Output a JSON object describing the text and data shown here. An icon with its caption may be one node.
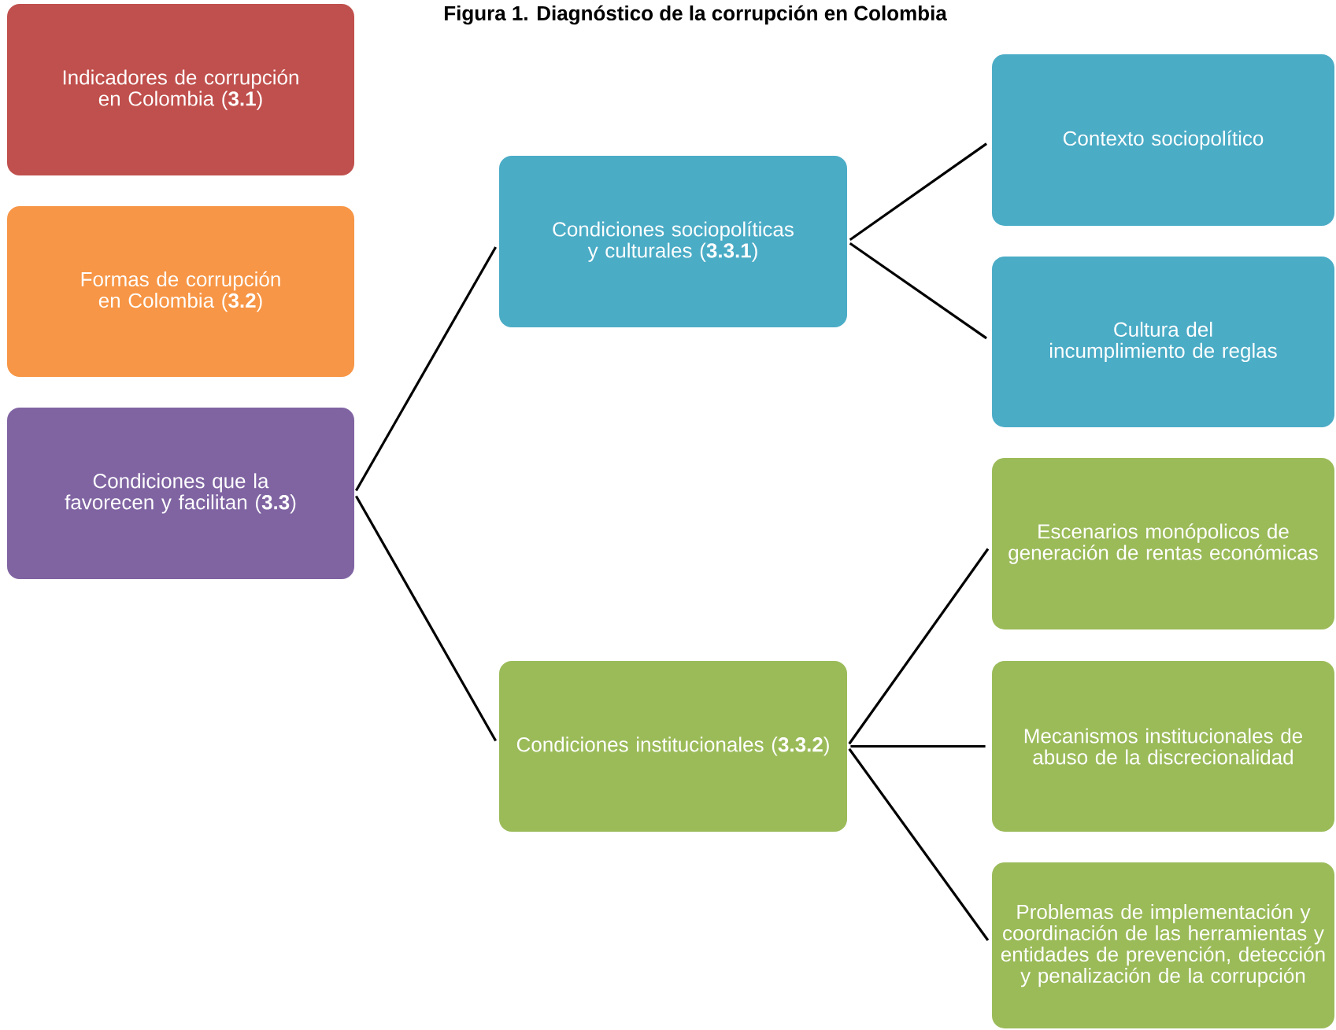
{
  "diagram": {
    "title": "Figura 1. Diagnóstico de la corrupción en Colombia",
    "nodes": [
      {
        "text": [
          "Indicadores de corrupción en Colombia (**3.1**)"
        ]
      },
      {
        "text": [
          "Formas de corrupción en Colombia (**3.2**)"
        ]
      },
      {
        "text": [
          "Condiciones que la favorecen y facilitan (**3.3**)"
        ]
      },
      {
        "text": [
          "Condiciones sociopolíticas y culturales (**3.3.1**)"
        ]
      },
      {
        "text": [
          "Condiciones institucionales (**3.3.2**)"
        ]
      },
      {
        "text": [
          "Contexto sociopolítico"
        ]
      },
      {
        "text": [
          "Cultura del incumplimiento de reglas"
        ]
      },
      {
        "text": [
          "Escenarios monópolicos de generación de rentas económicas"
        ]
      },
      {
        "text": [
          "Mecanismos institucionales de abuso de la discrecionalidad"
        ]
      },
      {
        "text": [
          "Problemas de implementación y coordinación de las herramientas y entidades de prevención, detección y penalización de la corrupción"
        ]
      }
    ],
    "edges": [
      {
        "from": 2,
        "to": 3,
        "arrow": "none"
      },
      {
        "from": 2,
        "to": 4,
        "arrow": "none"
      },
      {
        "from": 3,
        "to": 5,
        "arrow": "none"
      },
      {
        "from": 3,
        "to": 6,
        "arrow": "none"
      },
      {
        "from": 4,
        "to": 7,
        "arrow": "none"
      },
      {
        "from": 4,
        "to": 8,
        "arrow": "none"
      },
      {
        "from": 4,
        "to": 9,
        "arrow": "none"
      }
    ]
  }
}
